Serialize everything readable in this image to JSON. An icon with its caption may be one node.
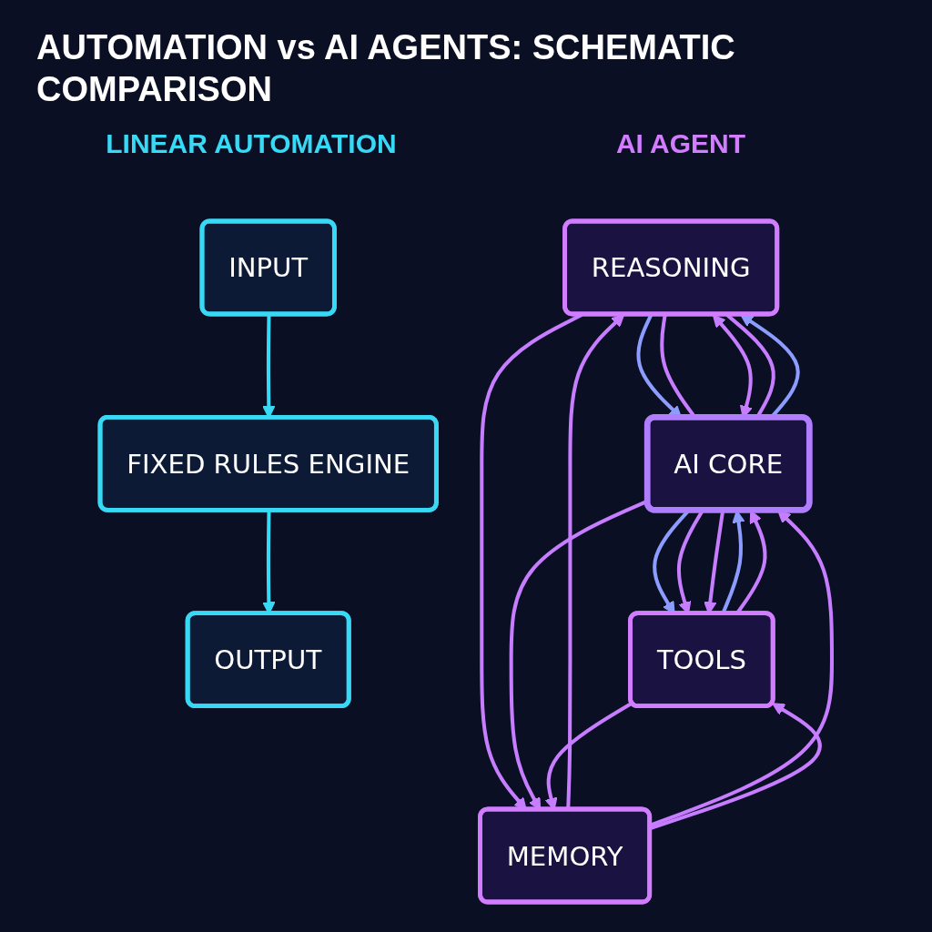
{
  "diagram": {
    "title": "AUTOMATION vs AI AGENTS: SCHEMATIC COMPARISON",
    "nodes": [
      {
        "text": [
          "INPUT"
        ]
      },
      {
        "text": [
          "FIXED RULES ENGINE"
        ]
      },
      {
        "text": [
          "OUTPUT"
        ]
      },
      {
        "text": [
          "REASONING"
        ]
      },
      {
        "text": [
          "AI CORE"
        ]
      },
      {
        "text": [
          "MEMORY"
        ]
      },
      {
        "text": [
          "TOOLS"
        ]
      }
    ],
    "edges": [
      {
        "from": 0,
        "to": 1,
        "arrow": "to",
        "color": "#38d9f5"
      },
      {
        "from": 1,
        "to": 2,
        "arrow": "to",
        "color": "#38d9f5"
      },
      {
        "from": 4,
        "to": 3,
        "arrow": "to",
        "color": "#8c9cff"
      },
      {
        "from": 3,
        "to": 4,
        "arrow": "to",
        "color": "#8c9cff"
      },
      {
        "from": 4,
        "to": 6,
        "arrow": "to",
        "color": "#8c9cff"
      },
      {
        "from": 6,
        "to": 4,
        "arrow": "to",
        "color": "#8c9cff"
      },
      {
        "from": 3,
        "to": 5,
        "arrow": "to"
      },
      {
        "from": 5,
        "to": 3,
        "arrow": "to"
      },
      {
        "from": 4,
        "to": 5,
        "arrow": "to"
      },
      {
        "from": 5,
        "to": 4,
        "arrow": "to"
      },
      {
        "from": 5,
        "to": 6,
        "arrow": "to"
      },
      {
        "from": 6,
        "to": 5,
        "arrow": "to"
      },
      {
        "from": 3,
        "to": 4,
        "arrow": "none"
      },
      {
        "from": 3,
        "to": 4,
        "arrow": "both"
      },
      {
        "from": 3,
        "to": 4,
        "arrow": "none"
      },
      {
        "from": 4,
        "to": 6,
        "arrow": "to"
      },
      {
        "from": 6,
        "to": 4,
        "arrow": "to"
      },
      {
        "from": 4,
        "to": 6,
        "arrow": "to"
      }
    ],
    "labels": [
      "LINEAR AUTOMATION",
      "AI AGENT"
    ]
  }
}
